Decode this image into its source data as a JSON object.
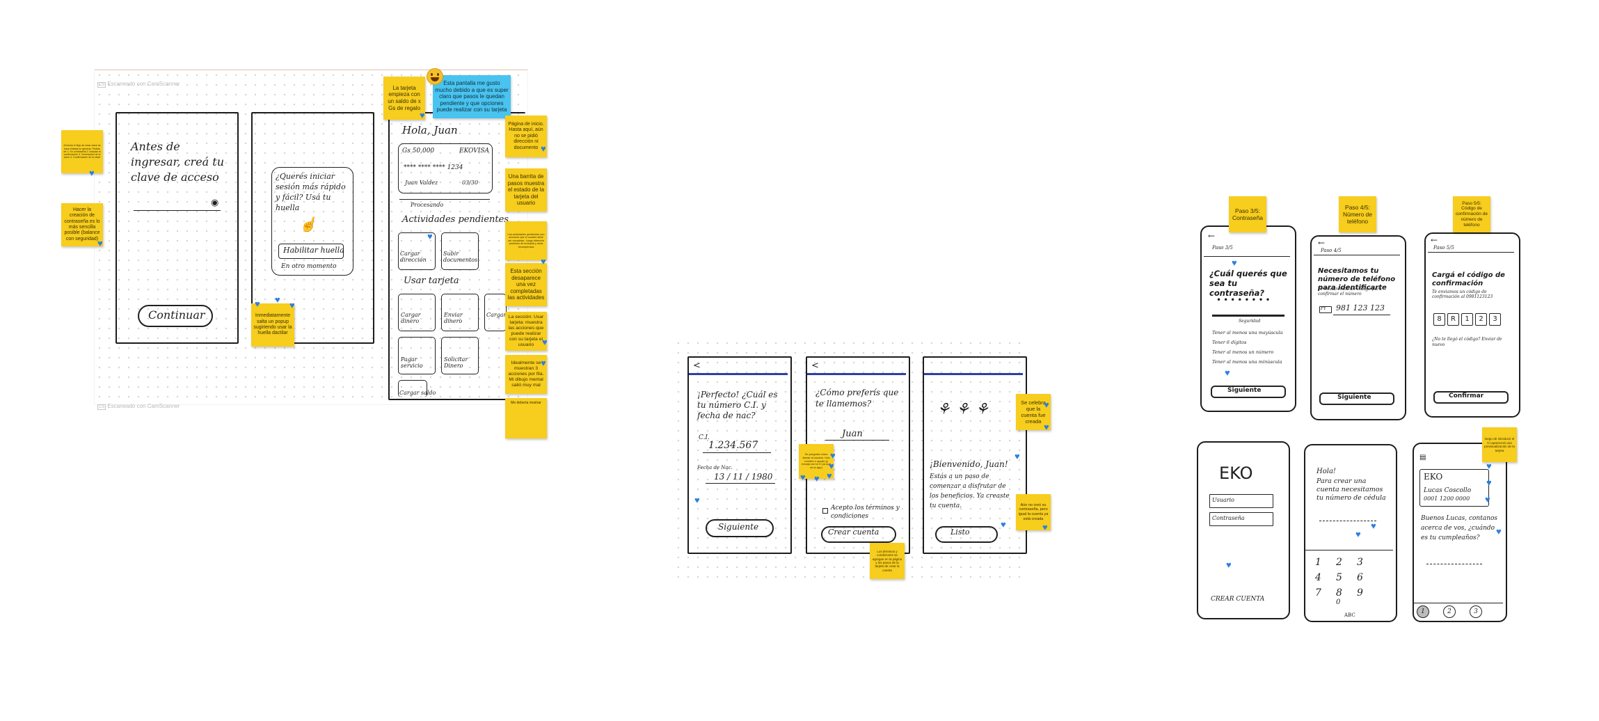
{
  "scanner": {
    "label": "Escaneado con CamScanner",
    "badge": "CS"
  },
  "board1": {
    "phone1": {
      "title": "Antes de ingresar, creá tu clave de acceso",
      "button": "Continuar"
    },
    "phone2": {
      "popup": "¿Querés iniciar sesión más rápido y fácil? Usá tu huella",
      "button": "Habilitar huella",
      "link": "En otro momento"
    },
    "phone3": {
      "greeting": "Hola, Juan",
      "card_balance": "Gs 50.000",
      "card_brand": "EKOVISA",
      "card_number": "**** **** **** 1234",
      "card_holder": "Juan Valdez",
      "card_expiry": "03/30",
      "progress_label": "Procesando",
      "pending_title": "Actividades pendientes",
      "pending_items": [
        "Cargar dirección",
        "Subir documentos"
      ],
      "use_title": "Usar tarjeta",
      "use_items": [
        "Cargar dinero",
        "Enviar dinero",
        "Cargar",
        "Pagar servicio",
        "Solicitar Dinero",
        "Cargar saldo"
      ]
    },
    "stickies": {
      "left_tiny": "Al iniciar el flujo de crear clave se hace énfasis en generar: Pedido de 1. Su contraseña 2. Aceptar la confirmación 3. Generación de la clave 4. Confirmación de la clave",
      "left_create": "Hacer la creación de contraseña es lo más sencilla posible (balance con seguridad)",
      "fingerprint": "Inmediatamente salta un popup sugiriendo usar la huella dactilar",
      "card_gift": "La tarjeta empieza con un saldo de x Gs de regalo",
      "blue_note": "Esta pantalla me gusto mucho debido a que es super claro que pasos le quedan pendiente y que opciones puede realizar con su tarjeta",
      "home_page": "Página de inicio. Hasta aquí, aún no se pidió dirección ni documento",
      "progress_bar": "Una barrita de pasos muestra el estado de la tarjeta del usuario",
      "activities_tiny": "Las actividades pendientes son acciones que el usuario debe ser completar - luego obtendrá permisos de la tarjeta y otras recompensas",
      "section_disappears": "Esta sección desaparece una vez completadas las actividades",
      "use_card_section": "La sección: Usar tarjeta: muestra las acciones que puede realizar con su tarjeta el usuario",
      "ideally_three": "Idealmente se muestran 3 acciones por fila. Mi dibujo mental salió muy mal",
      "more_tiny": "Me debería mostrar"
    }
  },
  "board2": {
    "phone1": {
      "title": "¡Perfecto! ¿Cuál es tu número C.I. y fecha de nac?",
      "ci_label": "C.I.",
      "ci_value": "1.234.567",
      "dob_label": "Fecha de Nac.",
      "dob_value": "13 / 11 / 1980",
      "button": "Siguiente"
    },
    "phone2": {
      "title": "¿Cómo preferís que te llamemos?",
      "name": "Juan",
      "terms": "Acepto los términos y condiciones",
      "button": "Crear cuenta"
    },
    "phone3": {
      "title": "¡Bienvenido, Juan!",
      "body": "Estás a un paso de comenzar a disfrutar de los beneficios. Ya creaste tu cuenta.",
      "button": "Listo"
    },
    "stickies": {
      "ask_name": "Se pregunta cómo llamar al usuario. Usa nombre o apodo (y encaja con la CI ya que es la app)",
      "terms_note": "Los términos y condiciones se agregan en la página y los pasos de la tarjeta de crear la cuenta",
      "account_created": "Se celebra que la cuenta fue creada",
      "no_password": "Aún no creó su contraseña, pero igual la cuenta ya está creada"
    }
  },
  "board3": {
    "top": [
      {
        "step": "Paso 3/5: Contraseña",
        "mini": "Paso 3/5",
        "title": "¿Cuál querés que sea tu contraseña?",
        "dots": "••••••••",
        "strength": "Seguridad",
        "rules": [
          "Tener al menos una mayúscula",
          "Tener 6 dígitos",
          "Tener al menos un número",
          "Tener al menos una minúscula"
        ],
        "button": "Siguiente"
      },
      {
        "step": "Paso 4/5: Número de teléfono",
        "mini": "Paso 4/5",
        "title": "Necesitamos tu número de teléfono para identificarte",
        "subtitle": "Te enviaremos un código para confirmar el número",
        "prefix": "PY",
        "phone": "981 123 123",
        "button": "Siguiente"
      },
      {
        "step": "Paso 5/5: Código de confirmación de número de teléfono",
        "mini": "Paso 5/5",
        "title": "Cargá el código de confirmación",
        "subtitle": "Te enviamos un código de confirmación al 0981123123",
        "code": [
          "8",
          "R",
          "1",
          "2",
          "3"
        ],
        "resend": "¿No te llegó el código? Enviar de nuevo",
        "button": "Confirmar"
      }
    ],
    "bottom": {
      "login": {
        "logo": "EKO",
        "user": "Usuario",
        "password": "Contraseña",
        "link": "CREAR CUENTA"
      },
      "pin": {
        "greeting": "Hola!",
        "text": "Para crear una cuenta necesitamos tu número de cédula",
        "keys": [
          "1",
          "2",
          "3",
          "4",
          "5",
          "6",
          "7",
          "8",
          "9",
          "0"
        ],
        "abc": "ABC"
      },
      "card": {
        "logo": "EKO",
        "card_name": "Lucas Coscollo",
        "card_number": "0001 1200 0000",
        "text": "Buenos Lucas, contanos acerca de vos, ¿cuándo es tu cumpleaños?",
        "tabs": [
          "1",
          "2",
          "3"
        ]
      }
    },
    "stickies": {
      "after_ci": "luego de introducir el CI aparecerá una previsualización de la tarjeta"
    }
  },
  "colors": {
    "sticky_yellow": "#f7cd1e",
    "sticky_blue": "#49c3ef",
    "heart_blue": "#2d7fe0",
    "header_bar": "#2b3fa3"
  }
}
